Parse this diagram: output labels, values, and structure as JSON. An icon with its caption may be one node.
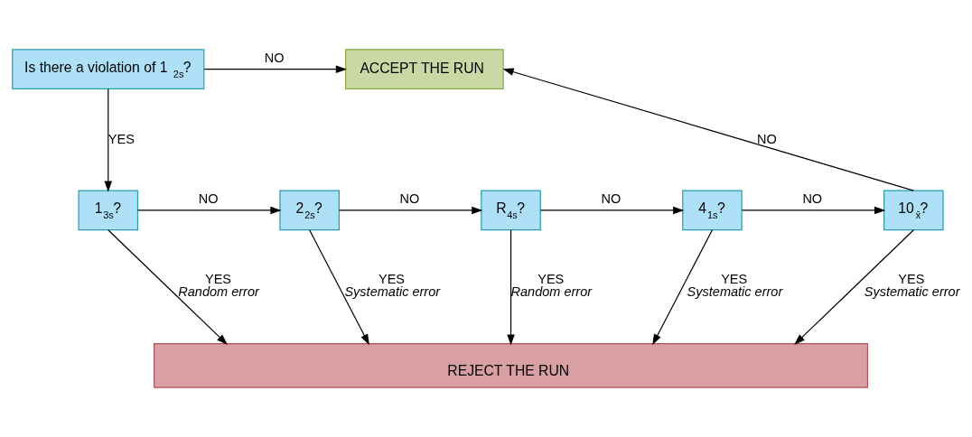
{
  "diagram": {
    "nodes": [
      {
        "text": [
          "Is there a violation of 1$_{2s}$?"
        ]
      },
      {
        "text": [
          "ACCEPT THE RUN"
        ]
      },
      {
        "text": [
          "1$_{3s}$?"
        ]
      },
      {
        "text": [
          "2$_{2s}$?"
        ]
      },
      {
        "text": [
          "R$_{4s}$?"
        ]
      },
      {
        "text": [
          "4$_{1s}$?"
        ]
      },
      {
        "text": [
          "10$_{x̄}$?"
        ]
      },
      {
        "text": [
          "REJECT THE RUN"
        ]
      }
    ],
    "edges": [
      {
        "from": 0,
        "to": 1,
        "arrow": "to",
        "label": "NO"
      },
      {
        "from": 0,
        "to": 2,
        "arrow": "to",
        "label": "YES"
      },
      {
        "from": 2,
        "to": 3,
        "arrow": "to",
        "label": "NO"
      },
      {
        "from": 3,
        "to": 4,
        "arrow": "to",
        "label": "NO"
      },
      {
        "from": 4,
        "to": 5,
        "arrow": "to",
        "label": "NO"
      },
      {
        "from": 5,
        "to": 6,
        "arrow": "to",
        "label": "NO"
      },
      {
        "from": 6,
        "to": 1,
        "arrow": "to",
        "label": "NO"
      },
      {
        "from": 2,
        "to": 7,
        "arrow": "to",
        "label": "YES"
      },
      {
        "from": 3,
        "to": 7,
        "arrow": "to",
        "label": "YES"
      },
      {
        "from": 4,
        "to": 7,
        "arrow": "to",
        "label": "YES"
      },
      {
        "from": 5,
        "to": 7,
        "arrow": "to",
        "label": "YES"
      },
      {
        "from": 6,
        "to": 7,
        "arrow": "to",
        "label": "YES"
      }
    ],
    "labels": [
      "Random error",
      "Systematic error",
      "Random error",
      "Systematic error",
      "Systematic error"
    ]
  }
}
